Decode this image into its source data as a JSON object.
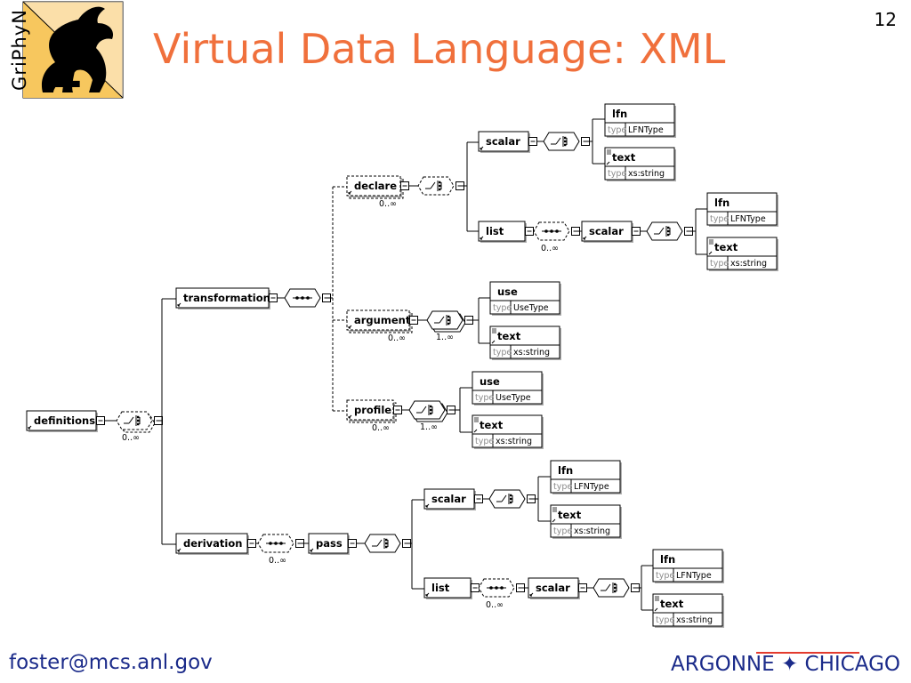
{
  "header": {
    "logo_text": "GriPhyN",
    "title": "Virtual Data Language: XML",
    "page_number": "12"
  },
  "footer": {
    "email": "foster@mcs.anl.gov",
    "org_left": "ARGONNE",
    "org_sep": "✦",
    "org_right": "CHICAGO"
  },
  "diagram": {
    "type_key": "type",
    "elements": {
      "definitions": "definitions",
      "transformation": "transformation",
      "declare": "declare",
      "argument": "argument",
      "profile": "profile",
      "derivation": "derivation",
      "pass": "pass",
      "scalar": "scalar",
      "list": "list",
      "lfn": "lfn",
      "text": "text",
      "use": "use"
    },
    "types": {
      "lfn": "LFNType",
      "string": "xs:string",
      "use": "UseType"
    },
    "occurrence": {
      "zero_many": "0..∞",
      "one_many": "1..∞"
    }
  }
}
